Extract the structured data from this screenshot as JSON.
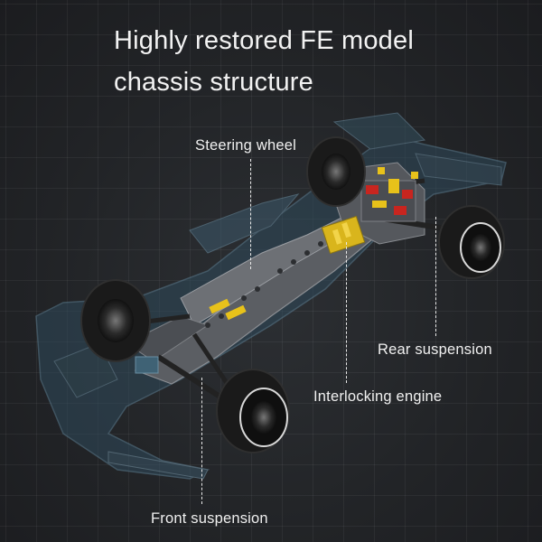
{
  "title": {
    "line1": "Highly restored FE model",
    "line2": "chassis structure"
  },
  "callouts": {
    "steering_wheel": "Steering wheel",
    "rear_suspension": "Rear suspension",
    "interlocking_engine": "Interlocking engine",
    "front_suspension": "Front suspension"
  },
  "colors": {
    "background": "#222427",
    "text": "#f0f0f0",
    "bodywork": "#3b5566",
    "accent_yellow": "#e8c21a",
    "accent_red": "#c8251f"
  }
}
